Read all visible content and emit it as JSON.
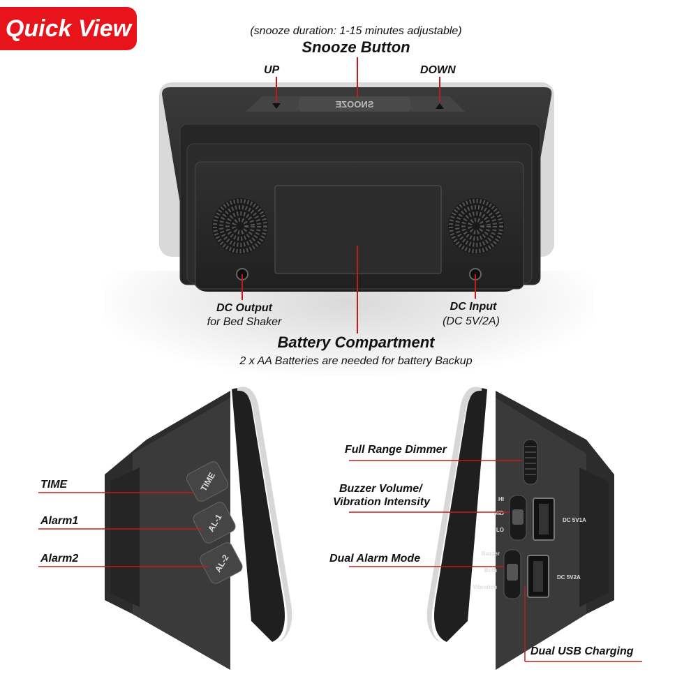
{
  "badge": {
    "label": "Quick View"
  },
  "top": {
    "snooze_note": "(snooze duration: 1-15 minutes adjustable)",
    "snooze_title": "Snooze Button",
    "up_label": "UP",
    "down_label": "DOWN",
    "dc_output_title": "DC Output",
    "dc_output_sub": "for Bed Shaker",
    "dc_input_title": "DC Input",
    "dc_input_sub": "(DC 5V/2A)",
    "battery_title": "Battery Compartment",
    "battery_sub": "2 x AA Batteries are needed for battery Backup",
    "device_snooze_text": "SNOOZE"
  },
  "left_view": {
    "time_label": "TIME",
    "alarm1_label": "Alarm1",
    "alarm2_label": "Alarm2",
    "btn_time": "TIME",
    "btn_al1": "AL-1",
    "btn_al2": "AL-2"
  },
  "right_view": {
    "dimmer_label": "Full Range Dimmer",
    "volume_label_1": "Buzzer Volume/",
    "volume_label_2": "Vibration Intensity",
    "mode_label": "Dual Alarm Mode",
    "usb_label": "Dual USB Charging",
    "sw_hi": "HI",
    "sw_mid": "MID",
    "sw_lo": "LO",
    "sw_buzzer": "Buzzer",
    "sw_both": "Both",
    "sw_vibration": "Vibration",
    "usb1_text": "DC 5V1A",
    "usb2_text": "DC 5V2A"
  },
  "colors": {
    "accent_red": "#e8141b",
    "line_red": "#c31b1b",
    "device_dark": "#2a2a2a"
  }
}
